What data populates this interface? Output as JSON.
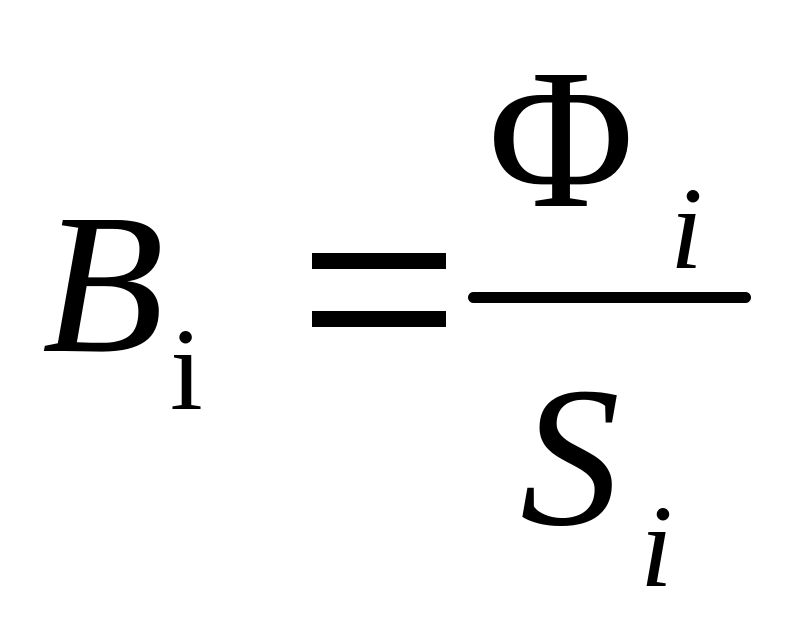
{
  "formula": {
    "lhs_symbol": "B",
    "lhs_subscript": "i",
    "operator": "=",
    "numerator_symbol": "Φ",
    "numerator_subscript": "i",
    "denominator_symbol": "S",
    "denominator_subscript": "i"
  },
  "colors": {
    "ink": "#000000",
    "background": "#ffffff"
  }
}
